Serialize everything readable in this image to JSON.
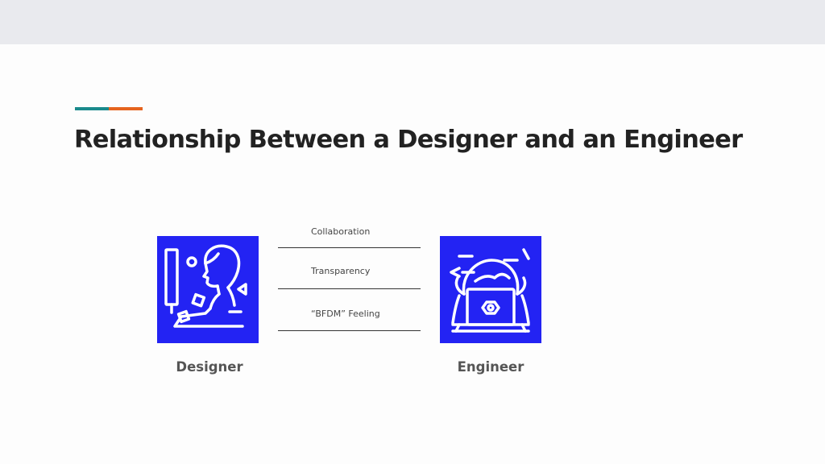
{
  "slide": {
    "title": "Relationship Between a Designer and an Engineer",
    "accent_colors": [
      "#1a8a8c",
      "#e5641f"
    ],
    "tile_color": "#2323f3"
  },
  "designer": {
    "icon": "designer-at-drawing-board-icon",
    "label": "Designer"
  },
  "engineer": {
    "icon": "engineer-at-laptop-icon",
    "label": "Engineer"
  },
  "relationship": {
    "items": [
      {
        "label": "Collaboration"
      },
      {
        "label": "Transparency"
      },
      {
        "label": "“BFDM” Feeling"
      }
    ]
  }
}
